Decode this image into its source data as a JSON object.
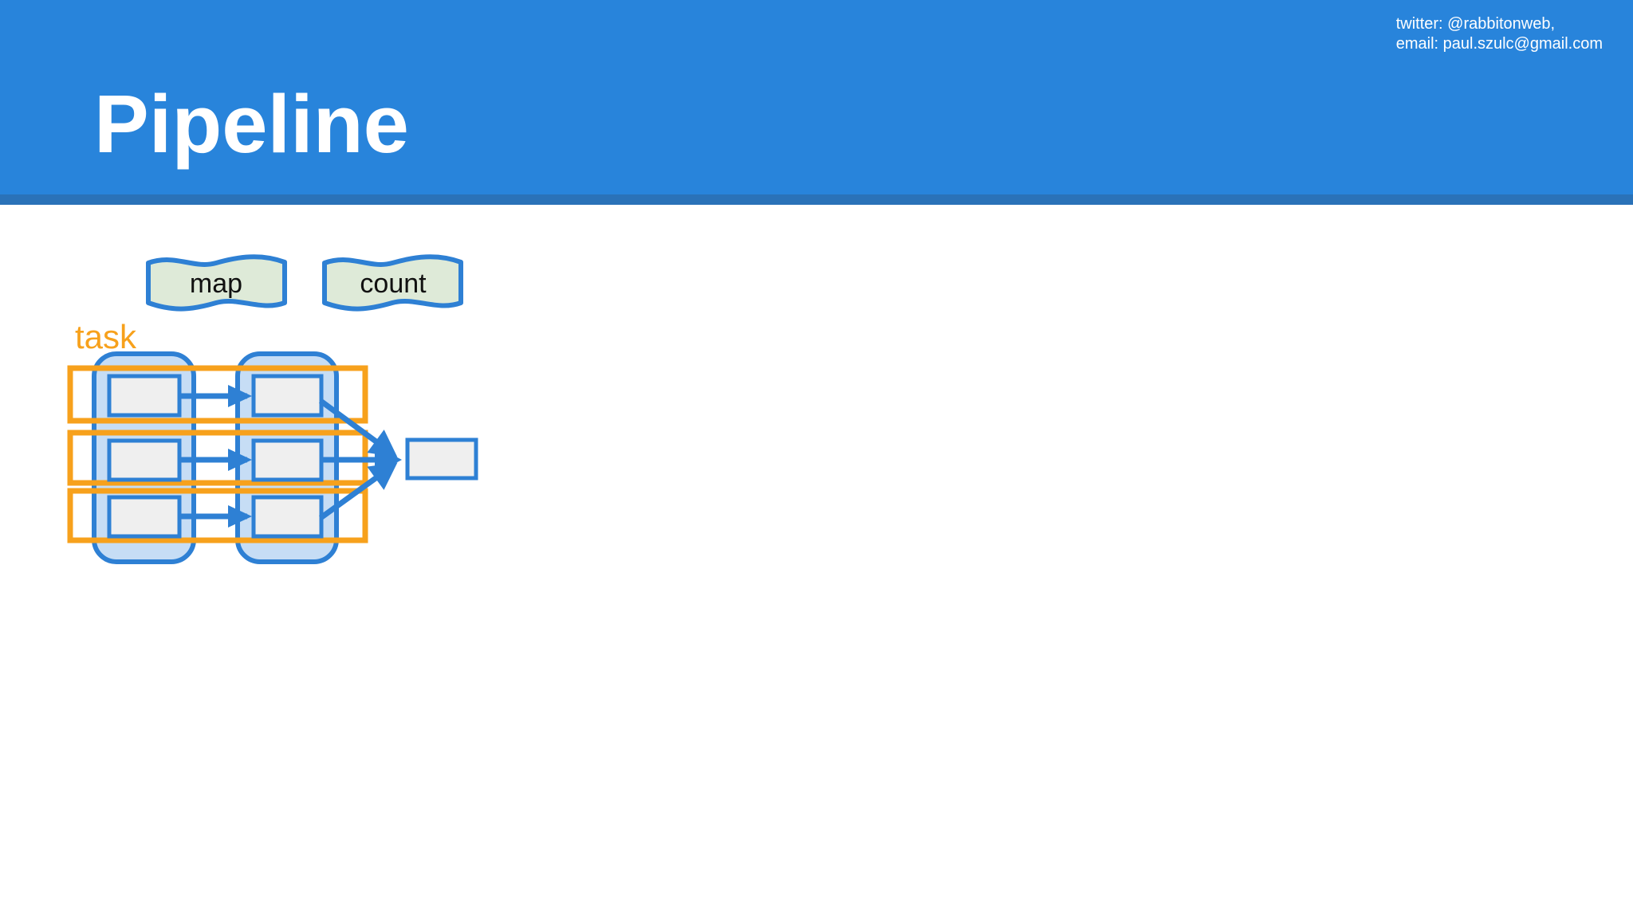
{
  "slide": {
    "title": "Pipeline",
    "contact": {
      "line1": "twitter: @rabbitonweb,",
      "line2": "email: paul.szulc@gmail.com"
    }
  },
  "diagram": {
    "task_label": "task",
    "stages": [
      {
        "label": "map"
      },
      {
        "label": "count"
      }
    ],
    "structure": {
      "stage_columns": 2,
      "task_rows": 3,
      "worker_boxes_per_column": 3,
      "merges_into_single_output_box": true
    }
  },
  "colors": {
    "header_bg": "#2884DB",
    "header_strip": "#2A72B8",
    "shape_stroke": "#2E80D4",
    "stage_column_fill": "#C6DDF5",
    "worker_box_fill": "#EFEFEF",
    "stage_label_fill": "#DEEAD8",
    "task_accent": "#F7A11C",
    "title_color": "#FFFFFF"
  }
}
